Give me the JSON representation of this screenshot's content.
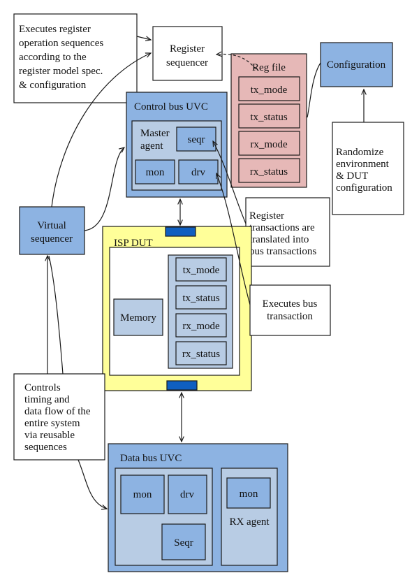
{
  "colors": {
    "blue_box": "#8db3e2",
    "light_blue": "#b8cce4",
    "pink": "#e6b8b7",
    "yellow": "#ffff99",
    "port": "#0f5fc0",
    "white": "#ffffff"
  },
  "notes": {
    "register_ops": [
      "Executes register",
      "operation sequences",
      "according to the",
      "register model spec.",
      "& configuration"
    ],
    "randomize": [
      "Randomize",
      "environment",
      "& DUT",
      "configuration"
    ],
    "reg_translate": [
      "Register",
      "transactions are",
      "translated into",
      "bus transactions"
    ],
    "exec_bus": [
      "Executes bus",
      "transaction"
    ],
    "controls": [
      "Controls",
      "timing and",
      "data flow of the",
      "entire system",
      "via reusable",
      "sequences"
    ]
  },
  "register_sequencer": [
    "Register",
    "sequencer"
  ],
  "reg_file": {
    "title": "Reg file",
    "registers": [
      "tx_mode",
      "tx_status",
      "rx_mode",
      "rx_status"
    ]
  },
  "configuration": "Configuration",
  "control_bus_uvc": {
    "title": "Control bus UVC",
    "master_agent": [
      "Master",
      "agent"
    ],
    "seqr": "seqr",
    "mon": "mon",
    "drv": "drv"
  },
  "virtual_sequencer": [
    "Virtual",
    "sequencer"
  ],
  "isp_dut": {
    "title": "ISP DUT",
    "memory": "Memory",
    "registers": [
      "tx_mode",
      "tx_status",
      "rx_mode",
      "rx_status"
    ]
  },
  "data_bus_uvc": {
    "title": "Data bus UVC",
    "mon": "mon",
    "drv": "drv",
    "seqr": "Seqr",
    "rx_mon": "mon",
    "rx_agent": "RX agent"
  }
}
